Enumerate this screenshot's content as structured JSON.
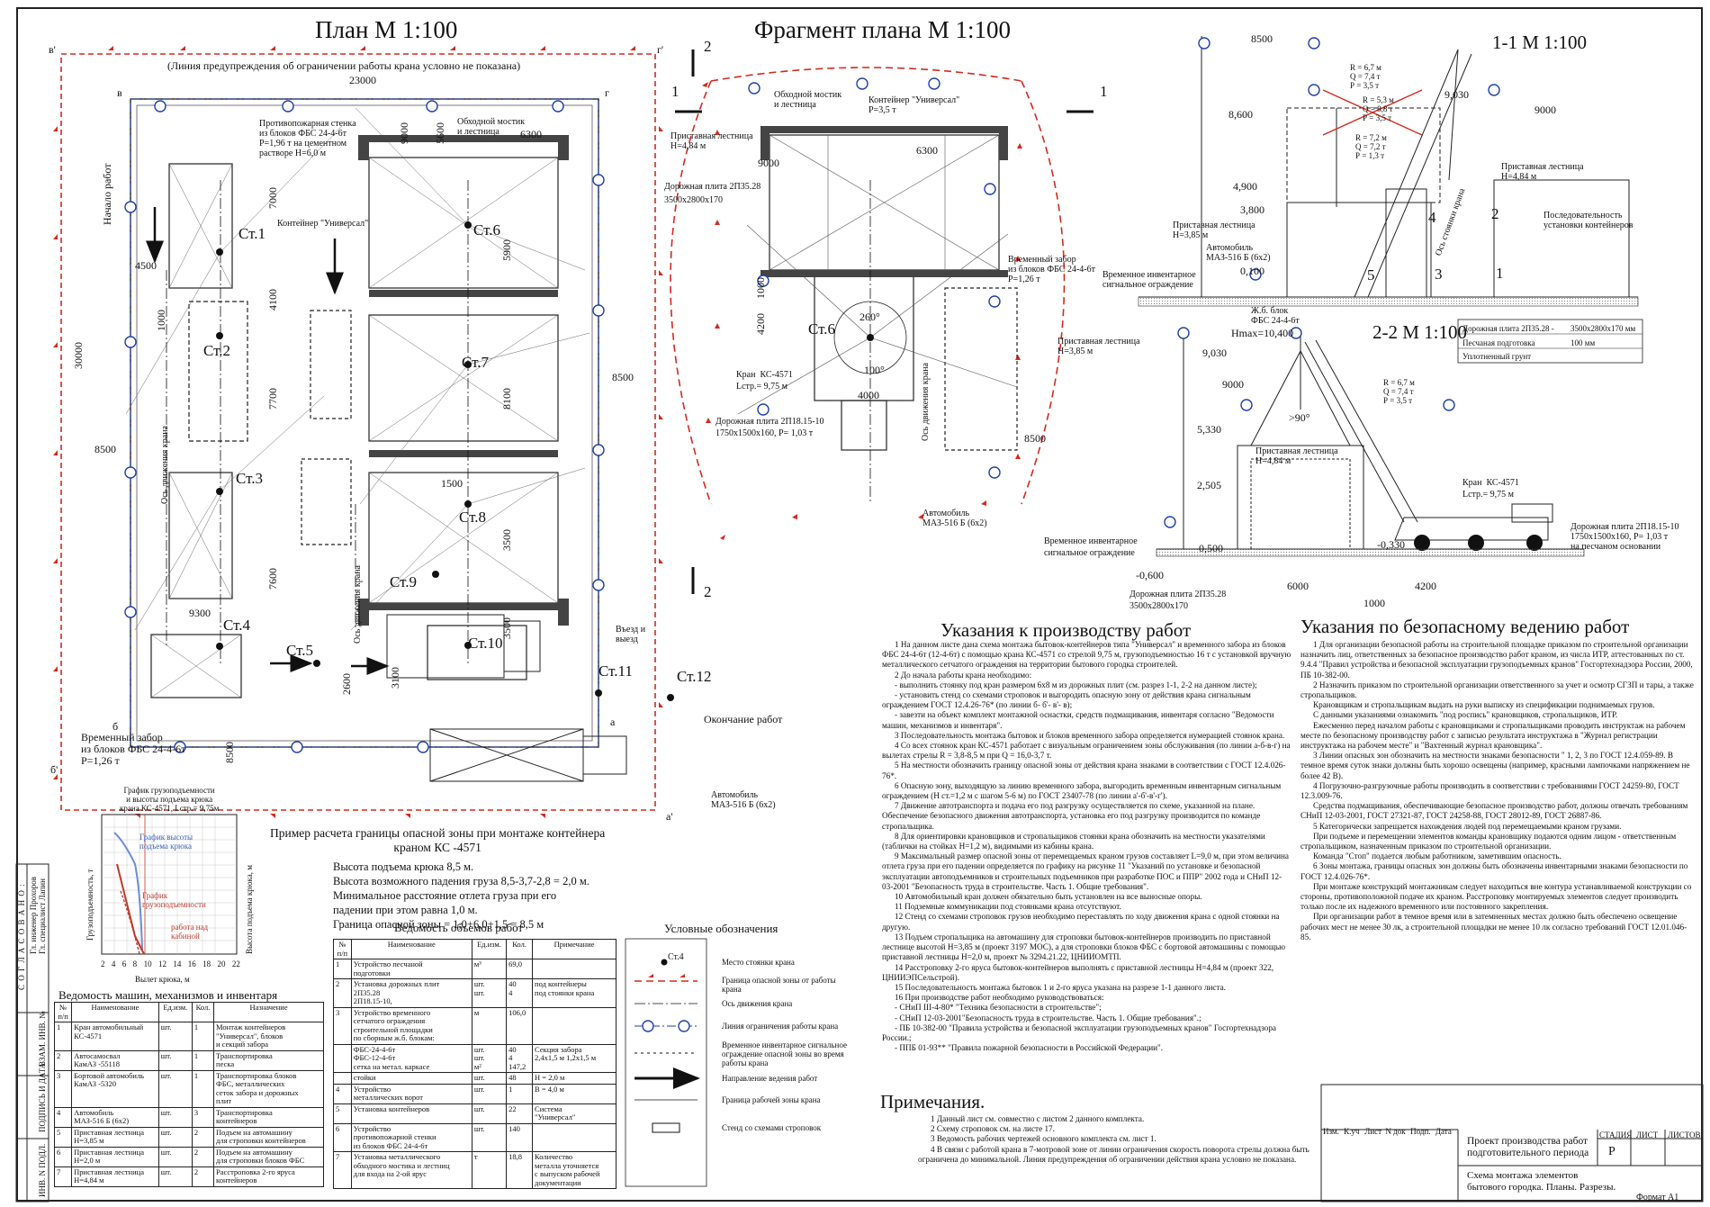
{
  "plan": {
    "title": "План     М 1:100",
    "warning": "(Линия предупреждения об ограничении работы крана условно не показана)",
    "dims": {
      "total_w": "23000",
      "total_h": "30000",
      "d6300": "6300",
      "d9000": "9000",
      "d5600": "5600",
      "d7000": "7000",
      "d4500": "4500",
      "d1000": "1000",
      "d4100": "4100",
      "d5900": "5900",
      "d7700": "7700",
      "d8100": "8100",
      "d8500": "8500",
      "d8500b": "8500",
      "d1500": "1500",
      "d3500": "3500",
      "d7600": "7600",
      "d9300": "9300",
      "d2600": "2600",
      "d3100": "3100",
      "d3500b": "3500",
      "d8500c": "8500"
    },
    "corners": {
      "v1": "в'",
      "g1": "г'",
      "v": "в",
      "g": "г",
      "b": "б",
      "b1": "б'",
      "a": "а",
      "a1": "а'"
    },
    "labels": {
      "start": "Начало работ",
      "end": "Окончание работ",
      "fence_top": "Противопожарная стенка\nиз блоков ФБС 24-4-6т\nР=1,96 т на цементном\nрастворе Н=6,0 м",
      "bridge": "Обходной мостик\nи лестница",
      "container": "Контейнер \"Универсал\"",
      "axis1": "Ось движения крана",
      "axis2": "Ось движения крана",
      "temp_fence": "Временный забор\nиз блоков ФБС 24-4-6т\nР=1,26 т",
      "entry": "Въезд и\nвыезд",
      "truck": "Автомобиль\nМАЗ-516 Б (6х2)"
    },
    "stations": [
      "Ст.1",
      "Ст.2",
      "Ст.3",
      "Ст.4",
      "Ст.5",
      "Ст.6",
      "Ст.7",
      "Ст.8",
      "Ст.9",
      "Ст.10",
      "Ст.11",
      "Ст.12"
    ]
  },
  "fragment": {
    "title": "Фрагмент плана  М 1:100",
    "cut1": "1",
    "cut2": "2",
    "labels": {
      "bridge": "Обходной мостик\nи лестница",
      "container": "Контейнер \"Универсал\"\nР=3,5 т",
      "ladder": "Приставная лестница\nН=4,84 м",
      "plate": "Дорожная плита 2П35.28\n3500х2800х170",
      "fence": "Временный забор\nиз блоков ФБС 24-4-6т\nР=1,26 т",
      "ladder2": "Приставная лестница\nН=3,85 м",
      "crane": "Кран  КС-4571\nLстр.= 9,75 м",
      "plate2": "Дорожная плита 2П18.15-10\n1750х1500х160, Р= 1,03 т",
      "truck": "Автомобиль\nМАЗ-516 Б (6х2)",
      "axis": "Ось движения крана",
      "station": "Ст.6"
    },
    "dims": {
      "d9000": "9000",
      "d6300": "6300",
      "d1000": "1000",
      "d4200": "4200",
      "d4000": "4000",
      "d8500": "8500",
      "a260": "260°",
      "a100": "100°"
    }
  },
  "section11": {
    "title": "1-1  М 1:100",
    "dims": {
      "d8500": "8500",
      "d8600": "8,600",
      "d9030": "9,030",
      "d9000": "9000",
      "d4900": "4,900",
      "d3800": "3,800",
      "d0100": "0,100",
      "hmax": "Hmax=10,400"
    },
    "params": [
      "R = 6,7 м\nQ = 7,4 т\nР = 3,5 т",
      "R = 5,3 м\nQ = 8,8 т\nР = 3,5 т",
      "R = 7,2 м\nQ = 7,2 т\nР = 1,3 т"
    ],
    "labels": {
      "ladder": "Приставная лестница\nН=4,84 м",
      "order": "Последовательность\nустановки контейнеров",
      "ladder2": "Приставная лестница\nН=3,85 м",
      "truck": "Автомобиль\nМАЗ-516 Б (6х2)",
      "signal": "Временное инвентарное\nсигнальное ограждение",
      "block": "Ж.б. блок\nФБС 24-4-6т",
      "axis": "Ось стоянки крана"
    },
    "numbers": [
      "1",
      "2",
      "3",
      "4",
      "5"
    ],
    "legend_rows": [
      [
        "Дорожная плита 2П35.28 -",
        "3500х2800х170 мм"
      ],
      [
        "Песчаная подготовка",
        "100 мм"
      ],
      [
        "Уплотненный грунт",
        ""
      ]
    ]
  },
  "section22": {
    "title": "2-2   М 1:100",
    "dims": {
      "d9030": "9,030",
      "d9000": "9000",
      "d5330": "5,330",
      "d2505": "2,505",
      "dm0500": "-0,500",
      "dm0330": "-0,330",
      "dm0600": "-0,600",
      "d6000": "6000",
      "d4200": "4200",
      "d1000": "1000",
      "a90": ">90°"
    },
    "params": "R = 6,7 м\nQ = 7,4 т\nР = 3,5 т",
    "labels": {
      "ladder": "Приставная лестница\nН=4,84 м",
      "crane": "Кран  КС-4571\nLстр.= 9,75 м",
      "plate": "Дорожная плита 2П18.15-10\n1750х1500х160, Р= 1,03 т\nна песчаном основании",
      "signal": "Временное инвентарное\nсигнальное ограждение",
      "plate2": "Дорожная плита 2П35.28\n3500х2800х170"
    }
  },
  "graph": {
    "title": "График грузоподъемности\nи высоты подъема крюка\nкрана КС-4571, Lстр.= 9,75м",
    "xlabel": "Вылет крюка, м",
    "ylabel_left": "Грузоподъемность, т",
    "ylabel_right": "Высота подъема крюка, м",
    "ticks": [
      "2",
      "4",
      "6",
      "8",
      "10",
      "12",
      "14",
      "16",
      "18",
      "20",
      "22"
    ],
    "legend": [
      "График высоты\nподъема крюка",
      "График\nгрузоподъемности",
      "работа над\nкабиной"
    ]
  },
  "calc": {
    "title": "Пример расчета границы опасной зоны при монтаже контейнера\nкраном КС -4571",
    "lines": [
      "Высота подъема крюка 8,5 м.",
      "Высота возможного падения груза 8,5-3,7-2,8 = 2,0 м.",
      "Минимальное расстояние отлета груза при его",
      "падении при этом равна 1,0 м.",
      "Граница опасной зоны = 1,0+6,0+1,5 = 8,5 м"
    ]
  },
  "machines": {
    "title": "Ведомость машин, механизмов и инвентаря",
    "headers": [
      "№\nп/п",
      "Наименование",
      "Ед.изм.",
      "Кол.",
      "Назначение"
    ],
    "rows": [
      [
        "1",
        "Кран автомобильный\nКС-4571",
        "шт.",
        "1",
        "Монтаж контейнеров\n\"Универсал\", блоков\nи секций забора"
      ],
      [
        "2",
        "Автосамосвал\nКамАЗ -55118",
        "шт.",
        "1",
        "Транспортировка\nпеска"
      ],
      [
        "3",
        "Бортовой автомобиль\nКамАЗ -5320",
        "шт.",
        "1",
        "Транспортировка блоков\nФБС, металлических\nсеток забора и дорожных\nплит"
      ],
      [
        "4",
        "Автомобиль\nМАЗ-516 Б (6х2)",
        "шт.",
        "3",
        "Транспортировка\nконтейнеров"
      ],
      [
        "5",
        "Приставная лестница\nН=3,85 м",
        "шт.",
        "2",
        "Подъем на автомашину\nдля строповки контейнеров"
      ],
      [
        "6",
        "Приставная лестница\nН=2,0 м",
        "шт.",
        "2",
        "Подъем на автомашину\nдля строповки блоков ФБС"
      ],
      [
        "7",
        "Приставная лестница\nН=4,84 м",
        "шт.",
        "2",
        "Расстроповка 2-го яруса\nконтейнеров"
      ]
    ]
  },
  "volumes": {
    "title": "Ведомость объемов работ",
    "headers": [
      "№\nп/п",
      "Наименование",
      "Ед.изм.",
      "Кол.",
      "Примечание"
    ],
    "rows": [
      [
        "1",
        "Устройство песчаной\nподготовки",
        "м³",
        "69,0",
        ""
      ],
      [
        "2",
        "Установка дорожных плит\n2П35.28\n2П18.15-10,",
        "шт.\nшт.",
        "40\n4",
        "под контейнеры\nпод стоянки крана"
      ],
      [
        "3",
        "Устройство временного\nсетчатого ограждения\nстроительной площадки\nпо сборным ж.б. блокам:",
        "м",
        "106,0",
        ""
      ],
      [
        "",
        "ФБС-24-4-6т\nФБС-12-4-6т\nсетка на метал. каркасе",
        "шт.\nшт.\nм²",
        "40\n4\n147,2",
        "Секция забора\n2,4х1,5 м 1,2х1,5 м"
      ],
      [
        "",
        "стойки",
        "шт.",
        "48",
        "Н = 2,0 м"
      ],
      [
        "4",
        "Устройство\nметаллических ворот",
        "шт.",
        "1",
        "В = 4,0 м"
      ],
      [
        "5",
        "Установка контейнеров",
        "шт.",
        "22",
        "Система\n\"Универсал\""
      ],
      [
        "6",
        "Устройство\nпротивопожарной стенки\nиз блоков ФБС 24-4-6т",
        "шт.",
        "140",
        ""
      ],
      [
        "7",
        "Установка металлического\nобходного мостика и лестниц\nдля входа на 2-ой ярус",
        "т",
        "18,8",
        "Количество\nметалла уточняется\nс выпуском рабочей\nдокументации"
      ]
    ]
  },
  "legend": {
    "title": "Условные обозначения",
    "items": [
      "Место стоянки крана",
      "Граница опасной зоны от работы\nкрана",
      "Ось движения крана",
      "Линия ограничения работы крана",
      "Временное инвентарное сигнальное\nограждение опасной зоны во время\nработы крана",
      "Направление ведения работ",
      "Граница рабочей зоны крана",
      "Стенд со схемами строповок"
    ],
    "station": "Ст.4"
  },
  "instructions": {
    "title": "Указания к производству работ",
    "paragraphs": [
      "1 На данном листе дана схема монтажа бытовок-контейнеров типа \"Универсал\" и временного забора из блоков ФБС 24-4-6т (12-4-6т) с помощью крана КС-4571 со стрелой 9,75 м, грузоподъемностью 16 т с установкой вручную металлического сетчатого ограждения  на территории бытового городка строителей.",
      "2 До начала работы крана необходимо:",
      "- выполнить стоянку под кран  размером 6х8 м из дорожных плит (см. разрез 1-1, 2-2 на данном листе);",
      "- установить стенд со схемами строповок и выгородить опасную зону от действия крана сигнальным ограждением ГОСТ 12.4.26-76* (по линии б- б'- в'- в);",
      "- завезти на объект комплект монтажной оснастки, средств подмащивания, инвентаря согласно \"Ведомости машин, механизмов и инвентаря\".",
      "3 Последовательность монтажа бытовок и блоков временного забора определяется нумерацией стоянок крана.",
      "4 Со всех стоянок кран КС-4571 работает с визуальным ограничением зоны обслуживания (по линии а-б-в-г) на вылетах стрелы R = 3,8-8,5 м при Q = 16,0-3,7 т.",
      "5 На местности обозначить границу опасной зоны от действия крана знаками в соответствии с ГОСТ 12.4.026-76*.",
      "6 Опасную зону, выходящую за линию временного забора, выгородить временным инвентарным сигнальным ограждением (Н ст.=1,2 м с шагом 5-6 м) по ГОСТ 23407-78 (по линии а'-б'-в'-г').",
      "7 Движение автотранспорта и подача его под разгрузку  осуществляется по схеме, указанной на плане. Обеспечение безопасного движения автотранспорта, установка его под разгрузку производится по команде стропальщика.",
      "8 Для ориентировки крановщиков и стропальщиков стоянки крана обозначить на местности указателями (таблички на стойках Н=1,2 м), видимыми из кабины крана.",
      "9 Максимальный размер опасной зоны от перемещаемых краном грузов составляет L=9,0 м, при этом величина отлета груза при его падении определяется по графику на рисунке 11 \"Указаний по установке и безопасной эксплуатации автоподъемников и строительных подъемников при разработке ПОС и ППР\" 2002 года и СНиП 12-03-2001 \"Безопасность труда в строительстве. Часть 1. Общие требования\".",
      "10 Автомобильный кран должен обязательно быть установлен на все выносные опоры.",
      "11 Подземные коммуникации под стоянками крана отсутствуют.",
      "12 Стенд со схемами строповок грузов необходимо переставлять по ходу движения крана с одной стоянки на другую.",
      "13 Подъем стропальщика на автомашину для строповки бытовок-контейнеров производить по приставной лестнице высотой Н=3,85 м (проект 3197 МОС), а для строповки блоков ФБС с бортовой автомашины с помощью приставной лестницы Н=2,0 м, проект № 3294.21.22, ЦНИИОМТП.",
      "14 Расстроповку 2-го яруса бытовок-контейнеров выполнять с приставной лестницы Н=4,84 м (проект 322, ЦНИИЭПСельстрой).",
      "15 Последовательность монтажа бытовок 1 и 2-го яруса указана на разрезе 1-1 данного листа.",
      "16 При производстве работ необходимо руководствоваться:",
      "- СНиП III-4-80* \"Техника безопасности в строительстве\";",
      "- СНиП 12-03-2001\"Безопасность труда в строительстве. Часть 1. Общие требования\".;",
      "- ПБ 10-382-00 \"Правила устройства и безопасной эксплуатации грузоподъемных кранов\" Госгортехнадзора России.;",
      "- ППБ 01-93** \"Правила пожарной безопасности в Российской Федерации\"."
    ]
  },
  "notes": {
    "title": "Примечания.",
    "items": [
      "1 Данный лист см. совместно с листом 2 данного комплекта.",
      "2 Схему строповок см. на листе 17.",
      "3 Ведомость рабочих чертежей основного комплекта см. лист 1.",
      "4 В связи с работой крана в 7-мотровой зоне от линии ограничения скорость поворота стрелы должна быть ограничена до минимальной. Линия предупреждения об ограничении действия крана условно не показана."
    ]
  },
  "safety": {
    "title": "Указания по безопасному ведению работ",
    "paragraphs": [
      "1 Для организации безопасной работы на строительной площадке приказом по строительной организации назначить лиц, ответственных за безопасное производство работ краном, из числа ИТР, аттестованных по ст. 9.4.4 \"Правил устройства и безопасной эксплуатации грузоподъемных кранов\" Госгортехнадзора России, 2000, ПБ 10-382-00.",
      "2 Назначить приказом по строительной организации ответственного за учет и осмотр СГЗП и тары, а также стропальщиков.",
      "Крановщикам и стропальщикам выдать на руки выписку из спецификации поднимаемых грузов.",
      "С данными указаниями ознакомить \"под роспись\" крановщиков, стропальщиков, ИТР.",
      "Ежесменно перед началом работы с крановщиками и стропальщиками проводить инструктаж на рабочем месте  по безопасному производству работ с записью результата инструктажа в \"Журнал регистрации инструктажа на рабочем месте\" и \"Вахтенный журнал крановщика\".",
      "3 Линии опасных зон обозначить на местности знаками безопасности \" 1, 2, 3 по ГОСТ 12.4.059-89. В темное время суток знаки должны быть хорошо освещены (например, красными лампочками напряжением не более 42 В).",
      "4 Погрузочно-разгрузочные работы производить в соответствии с требованиями ГОСТ 24259-80, ГОСТ 12.3.009-76.",
      "Средства подмащивания, обеспечивающие безопасное производство работ, должны отвечать требованиям СНиП 12-03-2001, ГОСТ 27321-87, ГОСТ 24258-88, ГОСТ 28012-89, ГОСТ 26887-86.",
      "5 Категорически запрещается нахождения людей под перемещаемыми краном грузами.",
      "При подъеме и перемещении элементов команды крановщику подаются одним лицом - ответственным стропальщиком, назначенным приказом по строительной организации.",
      "Команда \"Стоп\" подается любым работником, заметившим опасность.",
      "6 Зоны монтажа, границы опасных зон должны быть обозначены инвентарными знаками безопасности по ГОСТ 12.4.026-76*.",
      "При монтаже конструкций монтажникам следует находиться вне контура устанавливаемой конструкции со стороны, противоположной подаче их краном. Расстроповку монтируемых элементов следует производить только после их надежного временного или  постоянного закрепления.",
      "При организации работ в темное время или в затемненных местах должно  быть обеспечено освещение рабочих мест не менее 30 лк, а строительной площадки не менее 10 лк  согласно требований ГОСТ 12.01.046-85."
    ]
  },
  "stamp": {
    "cols": [
      "Изм.",
      "К.уч",
      "Лист",
      "N док",
      "Подп.",
      "Дата"
    ],
    "project": "Проект производства работ\nподготовительного периода",
    "desc": "Схема монтажа элементов\nбытового городка. Планы. Разрезы.",
    "stage_h": "СТАДИЯ",
    "list_h": "ЛИСТ",
    "lists_h": "ЛИСТОВ",
    "stage": "Р",
    "format": "Формат А1"
  },
  "side": {
    "agreed": "С О Г Л А С О В А Н О :",
    "cells": [
      "Гл. инженер  Прохоров",
      "Гл. специалист  Лапин",
      "ВЗАМ. ИНВ. №",
      "ПОДПИСЬ И ДАТА",
      "ИНВ. N ПОДЛ."
    ]
  },
  "colors": {
    "danger": "#d32a1e",
    "limit": "#1f3fa8",
    "ink": "#1a1a1a",
    "graph_blue": "#6b8fd6",
    "graph_red": "#c0392b"
  }
}
